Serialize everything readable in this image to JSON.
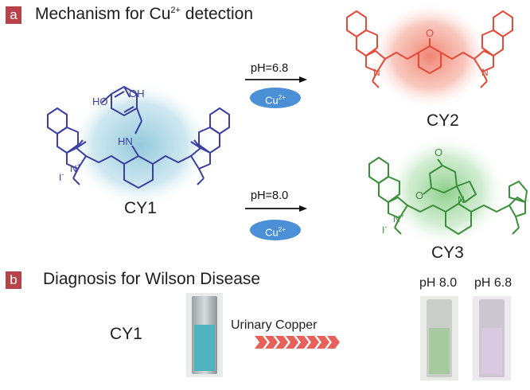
{
  "panel_a": {
    "tag": "a",
    "title_main": "Mechanism  for Cu",
    "title_sup": "2+",
    "title_end": " detection"
  },
  "reactions": [
    {
      "condition": "pH=6.8",
      "reagent": "Cu",
      "reagent_sup": "2+",
      "product": "CY2",
      "color": "#e24a3a"
    },
    {
      "condition": "pH=8.0",
      "reagent": "Cu",
      "reagent_sup": "2+",
      "product": "CY3",
      "color": "#3a8f3a"
    }
  ],
  "reactant": {
    "name": "CY1",
    "color": "#3b3fa0",
    "labels": {
      "ho": "HO",
      "oh": "OH",
      "hn": "HN",
      "n_plus": "N",
      "plus": "+",
      "iodide": "I",
      "minus": "-"
    }
  },
  "cy2_labels": {
    "o": "O",
    "n": "N"
  },
  "cy3_labels": {
    "o_top": "O",
    "o_left": "O",
    "n": "N",
    "n_plus": "N",
    "plus": "+",
    "iodide": "I",
    "minus": "-"
  },
  "panel_b": {
    "tag": "b",
    "title": "Diagnosis for Wilson Disease",
    "sample": "CY1",
    "arrow_label": "Urinary Copper",
    "vial_labels": [
      "pH 8.0",
      "pH 6.8"
    ]
  },
  "colors": {
    "tag_bg": "#b8414a",
    "cu_bubble": "#4b8fd6",
    "cy1_glow": "#9fcfe0",
    "cy2_glow": "#f08a78",
    "cy3_glow": "#8fcf8f",
    "chevrons": "#e8605a",
    "vial_cy1": "#4fb3bf",
    "vial_ph80": "#a9c9a0",
    "vial_ph68": "#d8c8e0"
  }
}
